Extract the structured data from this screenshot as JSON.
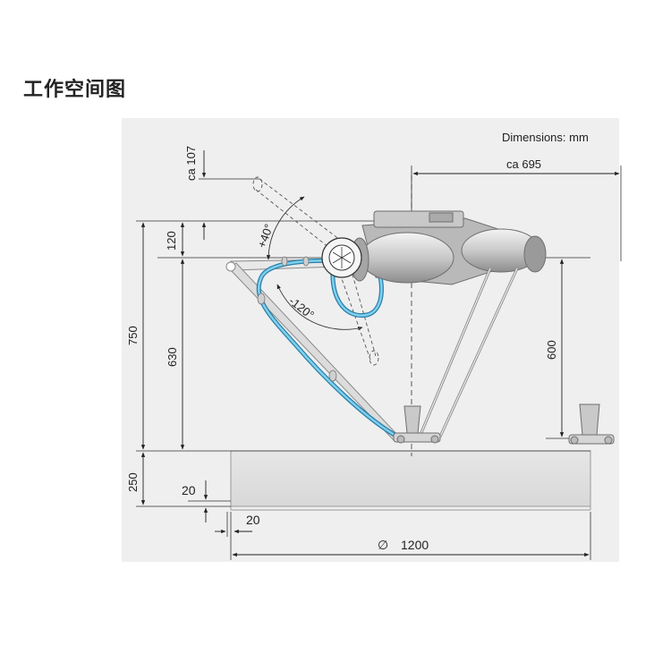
{
  "title": "工作空间图",
  "units_note": "Dimensions: mm",
  "dimensions": {
    "reach": "ca 695",
    "top_clearance": "ca 107",
    "upper_offset": "120",
    "total_height": "750",
    "arm_height": "630",
    "work_height": "600",
    "base_height": "250",
    "gap_vertical": "20",
    "gap_horizontal": "20",
    "diameter": "1200",
    "diameter_symbol": "∅"
  },
  "angles": {
    "up": "+40°",
    "down": "-120°"
  },
  "colors": {
    "cable": "#4fb3d9",
    "cable_dark": "#2a7fa8",
    "base_fill": "#e3e3e3",
    "panel": "#efefef"
  }
}
